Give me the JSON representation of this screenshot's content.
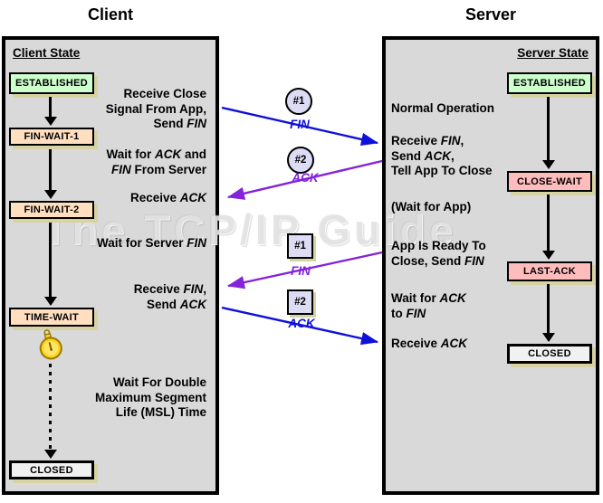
{
  "watermark": "The TCP/IP Guide",
  "client": {
    "title": "Client",
    "state_header": "Client State",
    "states": [
      {
        "label": "ESTABLISHED"
      },
      {
        "label": "FIN-WAIT-1"
      },
      {
        "label": "FIN-WAIT-2"
      },
      {
        "label": "TIME-WAIT"
      },
      {
        "label": "CLOSED"
      }
    ],
    "annotations": [
      "Receive Close\nSignal From App,\nSend *FIN*",
      "Wait for *ACK* and\n*FIN* From Server",
      "Receive *ACK*",
      "Wait for Server *FIN*",
      "Receive *FIN*,\nSend *ACK*",
      "Wait For Double\nMaximum Segment\nLife (MSL) Time"
    ]
  },
  "server": {
    "title": "Server",
    "state_header": "Server State",
    "states": [
      {
        "label": "ESTABLISHED"
      },
      {
        "label": "CLOSE-WAIT"
      },
      {
        "label": "LAST-ACK"
      },
      {
        "label": "CLOSED"
      }
    ],
    "annotations": [
      "Normal Operation",
      "Receive *FIN*,\nSend *ACK*,\nTell App To Close",
      "(Wait for App)",
      "App Is Ready To\nClose, Send *FIN*",
      "Wait for *ACK*\nto *FIN*",
      "Receive *ACK*"
    ]
  },
  "messages": [
    {
      "num": "#1",
      "label": "FIN",
      "from": "client",
      "to": "server",
      "shape": "circle"
    },
    {
      "num": "#2",
      "label": "ACK",
      "from": "server",
      "to": "client",
      "shape": "circle"
    },
    {
      "num": "#1",
      "label": "FIN",
      "from": "server",
      "to": "client",
      "shape": "square"
    },
    {
      "num": "#2",
      "label": "ACK",
      "from": "client",
      "to": "server",
      "shape": "square"
    }
  ],
  "colors": {
    "client_message_blue": "#0f10d8",
    "server_message_purple": "#8423db",
    "panel_gray": "#d9d9d9",
    "state_green": "#ccffcc",
    "state_peach": "#ffdfc0",
    "state_pink": "#ffbcbc",
    "state_closed_gray": "#f1f1f1",
    "shadow_khaki": "#d8d3a2"
  }
}
